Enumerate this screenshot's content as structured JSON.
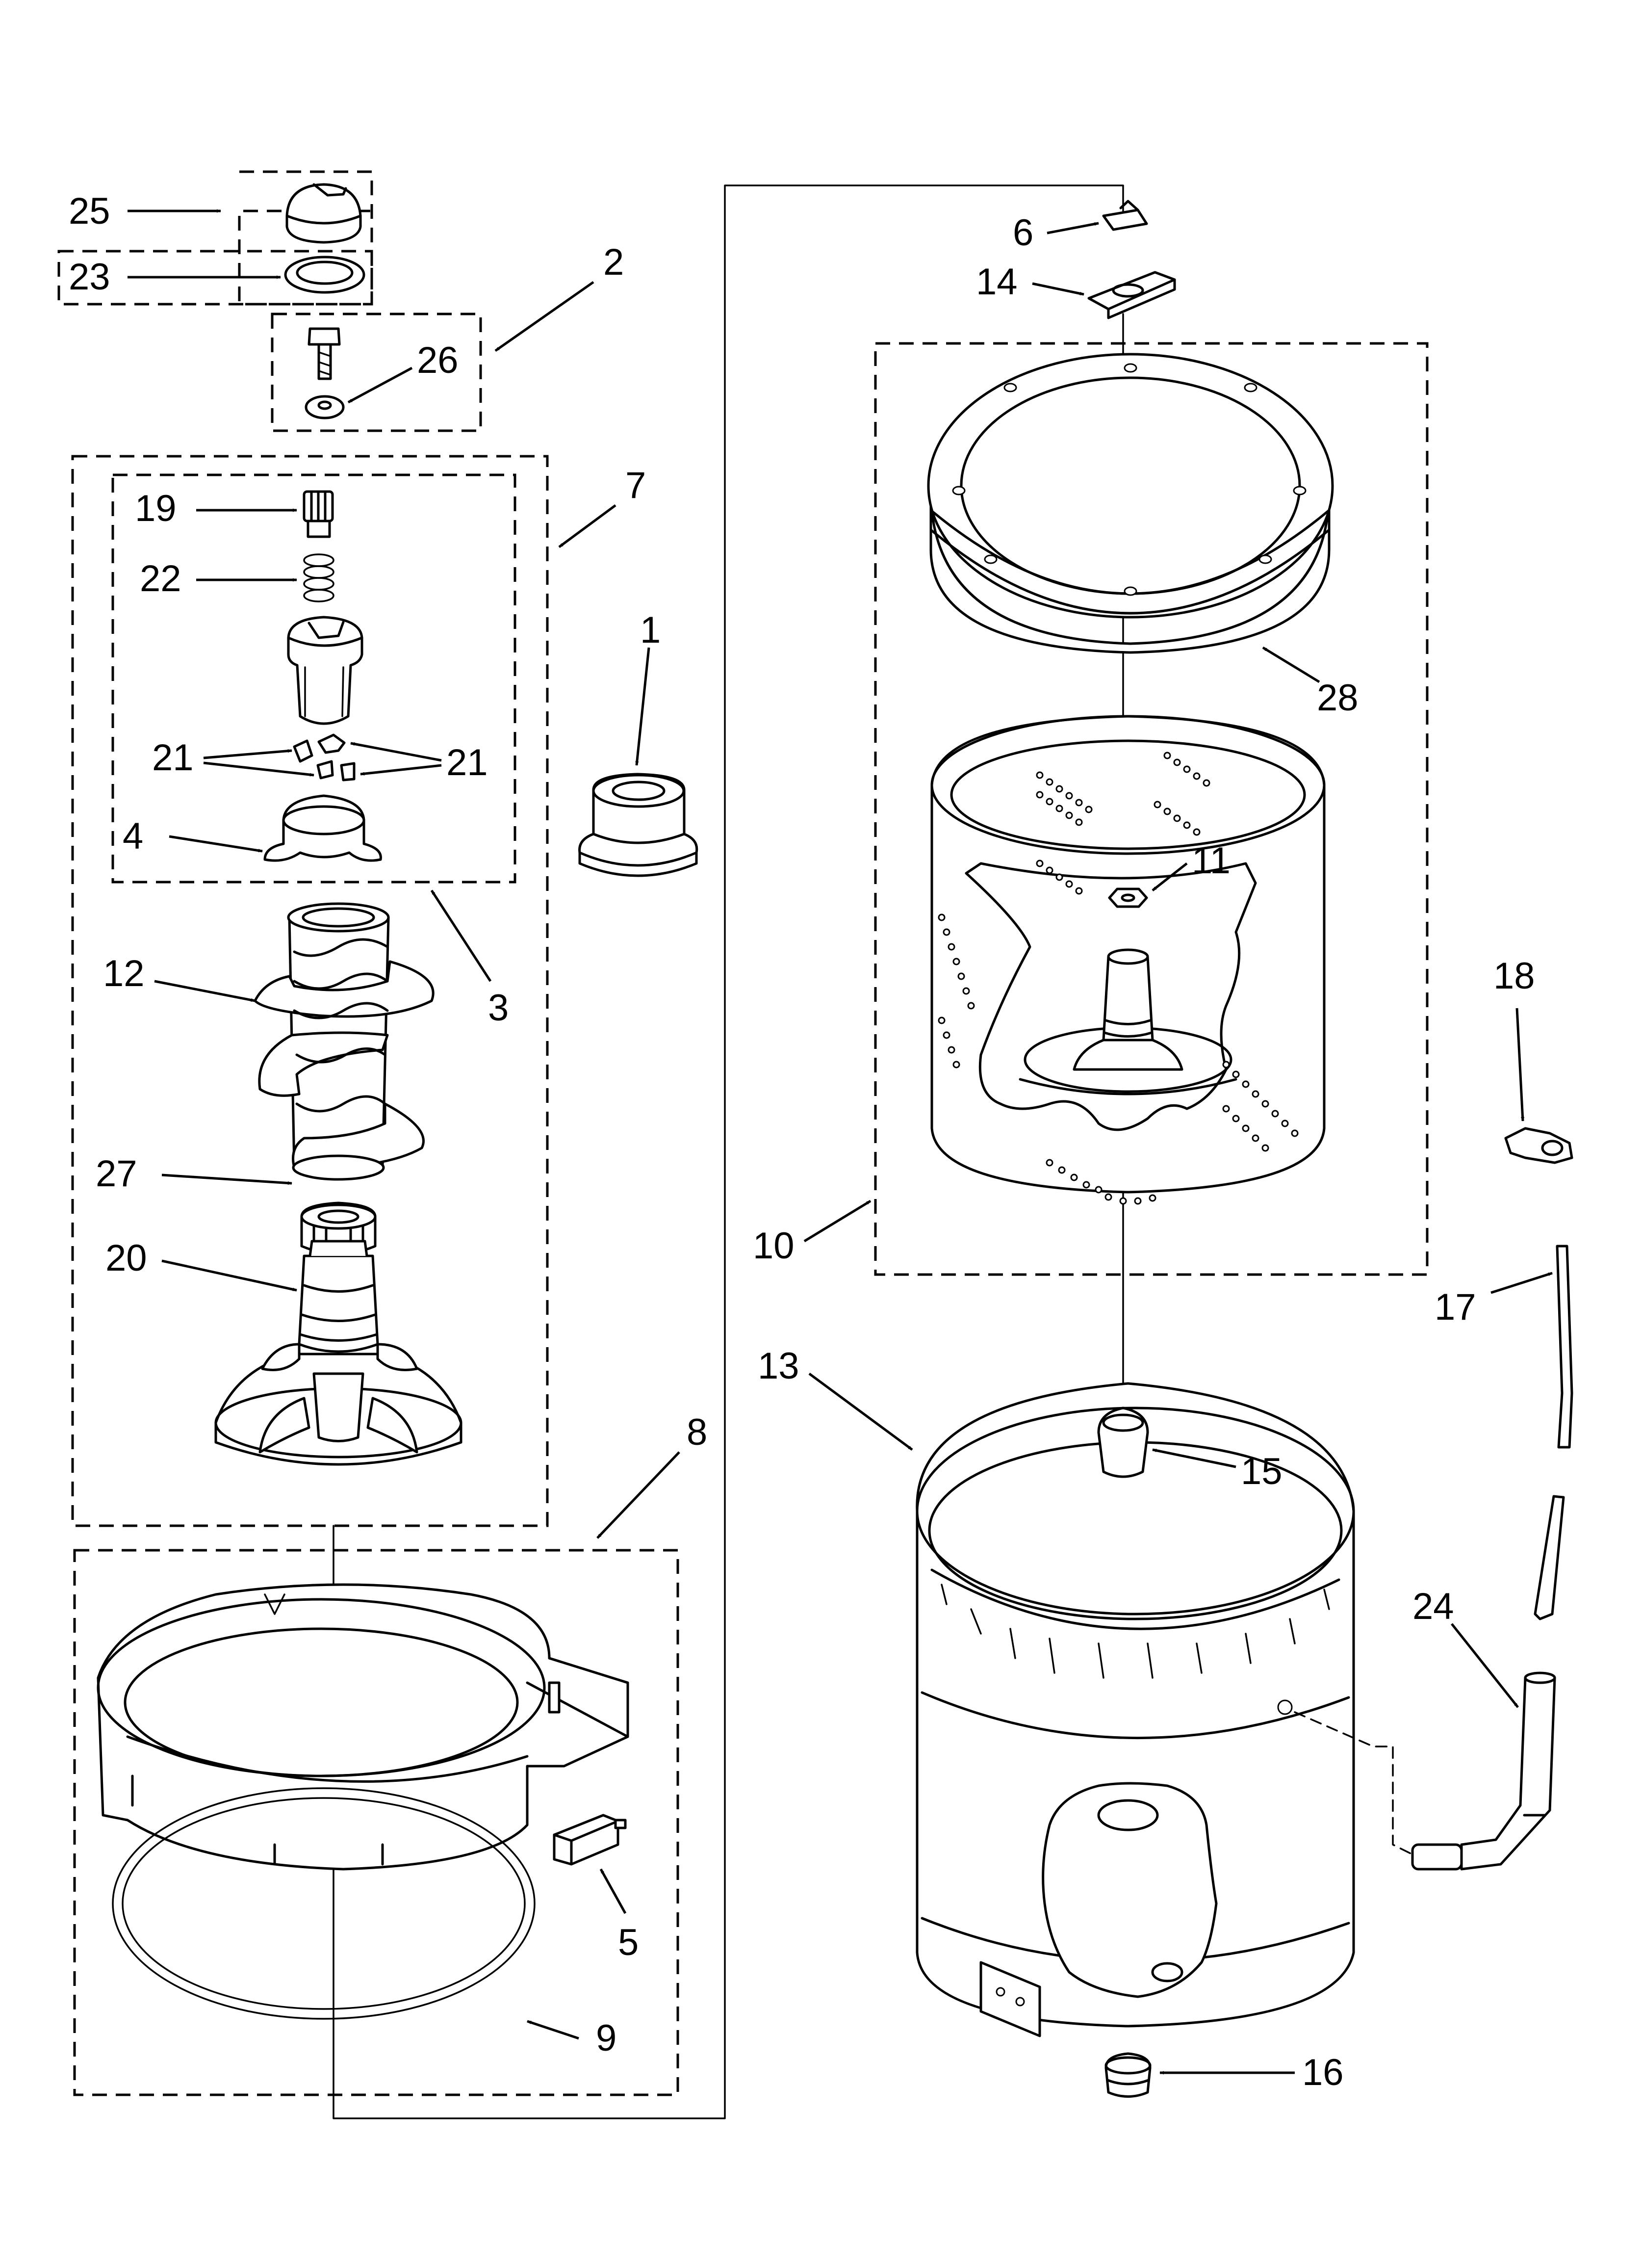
{
  "diagram": {
    "callouts": [
      {
        "id": "c25",
        "label": "25"
      },
      {
        "id": "c23",
        "label": "23"
      },
      {
        "id": "c2",
        "label": "2"
      },
      {
        "id": "c26",
        "label": "26"
      },
      {
        "id": "c7",
        "label": "7"
      },
      {
        "id": "c19",
        "label": "19"
      },
      {
        "id": "c22",
        "label": "22"
      },
      {
        "id": "c21a",
        "label": "21"
      },
      {
        "id": "c21b",
        "label": "21"
      },
      {
        "id": "c4",
        "label": "4"
      },
      {
        "id": "c1",
        "label": "1"
      },
      {
        "id": "c3",
        "label": "3"
      },
      {
        "id": "c12",
        "label": "12"
      },
      {
        "id": "c27",
        "label": "27"
      },
      {
        "id": "c20",
        "label": "20"
      },
      {
        "id": "c8",
        "label": "8"
      },
      {
        "id": "c5",
        "label": "5"
      },
      {
        "id": "c9",
        "label": "9"
      },
      {
        "id": "c6",
        "label": "6"
      },
      {
        "id": "c14",
        "label": "14"
      },
      {
        "id": "c28",
        "label": "28"
      },
      {
        "id": "c11",
        "label": "11"
      },
      {
        "id": "c10",
        "label": "10"
      },
      {
        "id": "c18",
        "label": "18"
      },
      {
        "id": "c17",
        "label": "17"
      },
      {
        "id": "c13",
        "label": "13"
      },
      {
        "id": "c15",
        "label": "15"
      },
      {
        "id": "c24",
        "label": "24"
      },
      {
        "id": "c16",
        "label": "16"
      }
    ]
  }
}
